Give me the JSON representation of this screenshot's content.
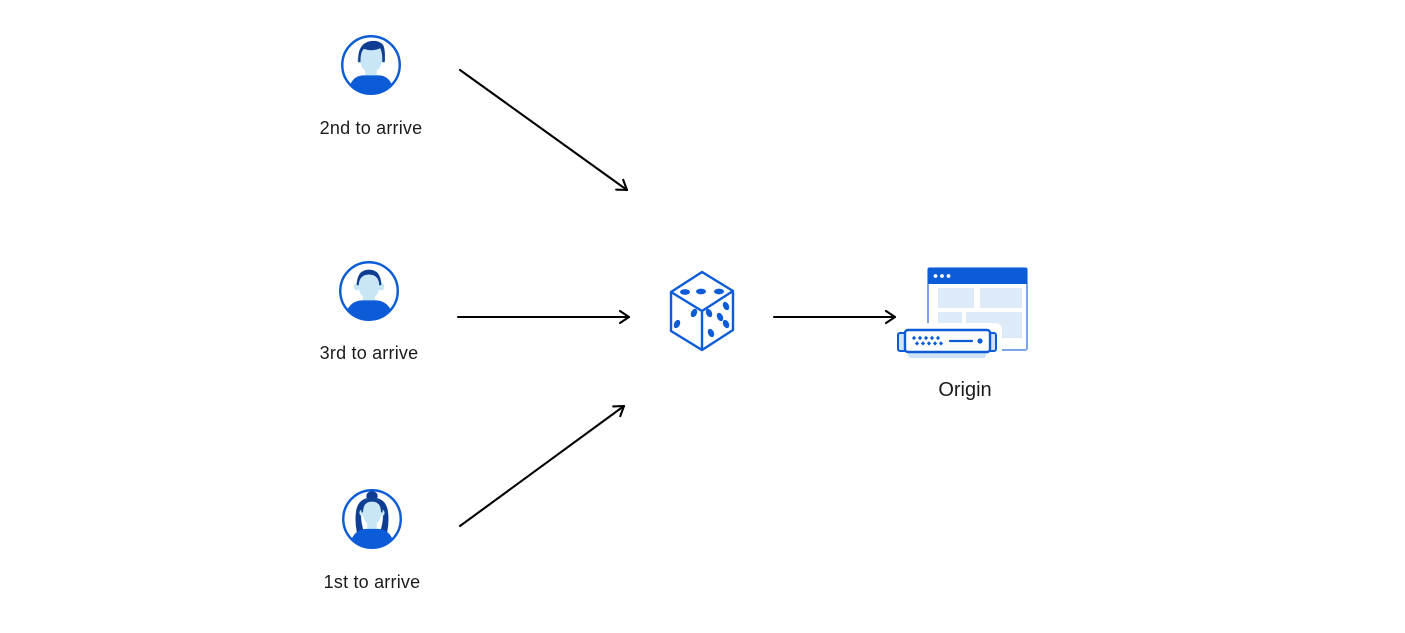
{
  "diagram": {
    "description": "Random load-balancing diagram: three users arriving in different order are routed (randomly, depicted by a dice) to an origin server",
    "palette": {
      "blue": "#0b5cd6",
      "navy": "#0e3e93",
      "skin": "#c9e6f6",
      "pale": "#ddeaf8",
      "window_border": "#7aa5e8",
      "base": "#cfe4f6",
      "arrow": "#000000",
      "text": "#1b1b1b"
    },
    "nodes": {
      "user_second": {
        "label": "2nd to arrive",
        "icon": "male-avatar-pompadour"
      },
      "user_third": {
        "label": "3rd to arrive",
        "icon": "male-avatar-flattop"
      },
      "user_first": {
        "label": "1st to arrive",
        "icon": "female-avatar-bun"
      },
      "randomizer": {
        "icon": "dice"
      },
      "origin": {
        "label": "Origin",
        "icon": "browser-window-with-server"
      }
    },
    "edges": [
      {
        "from": "user_second",
        "to": "randomizer"
      },
      {
        "from": "user_third",
        "to": "randomizer"
      },
      {
        "from": "user_first",
        "to": "randomizer"
      },
      {
        "from": "randomizer",
        "to": "origin"
      }
    ]
  }
}
